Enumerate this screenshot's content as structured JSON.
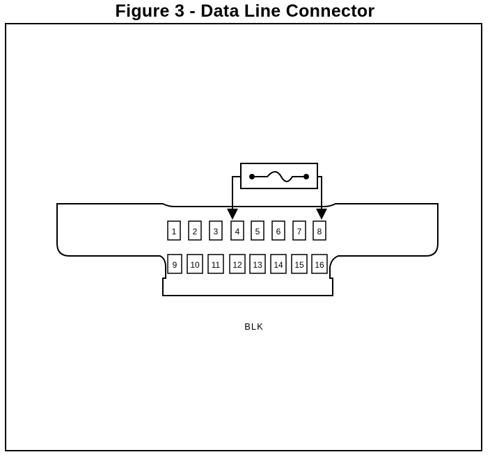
{
  "figure": {
    "title": "Figure 3 - Data Line Connector"
  },
  "connector": {
    "color_label": "BLK",
    "top_row_pins": [
      "1",
      "2",
      "3",
      "4",
      "5",
      "6",
      "7",
      "8"
    ],
    "bottom_row_pins": [
      "9",
      "10",
      "11",
      "12",
      "13",
      "14",
      "15",
      "16"
    ],
    "jumper_between": [
      "4",
      "8"
    ]
  },
  "colors": {
    "line": "#000000",
    "background": "#ffffff"
  }
}
